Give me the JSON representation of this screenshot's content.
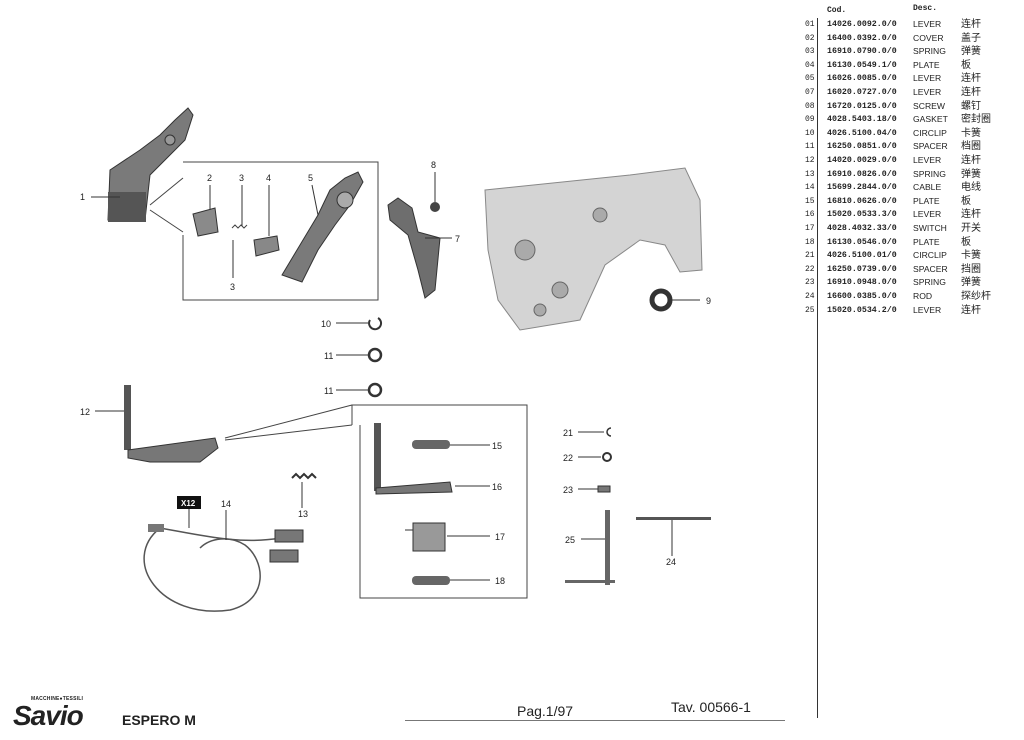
{
  "table": {
    "header_code": "Cod.",
    "header_desc": "Desc.",
    "rows": [
      {
        "n": "01",
        "code": "14026.0092.0/0",
        "desc": "LEVER",
        "cn": "连杆"
      },
      {
        "n": "02",
        "code": "16400.0392.0/0",
        "desc": "COVER",
        "cn": "盖子"
      },
      {
        "n": "03",
        "code": "16910.0790.0/0",
        "desc": "SPRING",
        "cn": "弹簧"
      },
      {
        "n": "04",
        "code": "16130.0549.1/0",
        "desc": "PLATE",
        "cn": "板"
      },
      {
        "n": "05",
        "code": "16026.0085.0/0",
        "desc": "LEVER",
        "cn": "连杆"
      },
      {
        "n": "07",
        "code": "16020.0727.0/0",
        "desc": "LEVER",
        "cn": "连杆"
      },
      {
        "n": "08",
        "code": "16720.0125.0/0",
        "desc": "SCREW",
        "cn": "螺钉"
      },
      {
        "n": "09",
        "code": "4028.5403.18/0",
        "desc": "GASKET",
        "cn": "密封圈"
      },
      {
        "n": "10",
        "code": "4026.5100.04/0",
        "desc": "CIRCLIP",
        "cn": "卡簧"
      },
      {
        "n": "11",
        "code": "16250.0851.0/0",
        "desc": "SPACER",
        "cn": "档圈"
      },
      {
        "n": "12",
        "code": "14020.0029.0/0",
        "desc": "LEVER",
        "cn": "连杆"
      },
      {
        "n": "13",
        "code": "16910.0826.0/0",
        "desc": "SPRING",
        "cn": "弹簧"
      },
      {
        "n": "14",
        "code": "15699.2844.0/0",
        "desc": "CABLE",
        "cn": "电线"
      },
      {
        "n": "15",
        "code": "16810.0626.0/0",
        "desc": "PLATE",
        "cn": "板"
      },
      {
        "n": "16",
        "code": "15020.0533.3/0",
        "desc": "LEVER",
        "cn": "连杆"
      },
      {
        "n": "17",
        "code": "4028.4032.33/0",
        "desc": "SWITCH",
        "cn": "开关"
      },
      {
        "n": "18",
        "code": "16130.0546.0/0",
        "desc": "PLATE",
        "cn": "板"
      },
      {
        "n": "21",
        "code": "4026.5100.01/0",
        "desc": "CIRCLIP",
        "cn": "卡簧"
      },
      {
        "n": "22",
        "code": "16250.0739.0/0",
        "desc": "SPACER",
        "cn": "挡圈"
      },
      {
        "n": "23",
        "code": "16910.0948.0/0",
        "desc": "SPRING",
        "cn": "弹簧"
      },
      {
        "n": "24",
        "code": "16600.0385.0/0",
        "desc": "ROD",
        "cn": "探纱杆"
      },
      {
        "n": "25",
        "code": "15020.0534.2/0",
        "desc": "LEVER",
        "cn": "连杆"
      }
    ]
  },
  "callouts": {
    "c1": "1",
    "c2": "2",
    "c3a": "3",
    "c3b": "3",
    "c4": "4",
    "c5": "5",
    "c7": "7",
    "c8": "8",
    "c9": "9",
    "c10": "10",
    "c11a": "11",
    "c11b": "11",
    "c12": "12",
    "c13": "13",
    "c14": "14",
    "c15": "15",
    "c16": "16",
    "c17": "17",
    "c18": "18",
    "c21": "21",
    "c22": "22",
    "c23": "23",
    "c24": "24",
    "c25": "25",
    "x12": "X12"
  },
  "footer": {
    "brand_sub": "MACCHINE●TESSILI",
    "brand": "Savio",
    "model": "ESPERO M",
    "page": "Pag.1/97",
    "tav": "Tav. 00566-1"
  }
}
